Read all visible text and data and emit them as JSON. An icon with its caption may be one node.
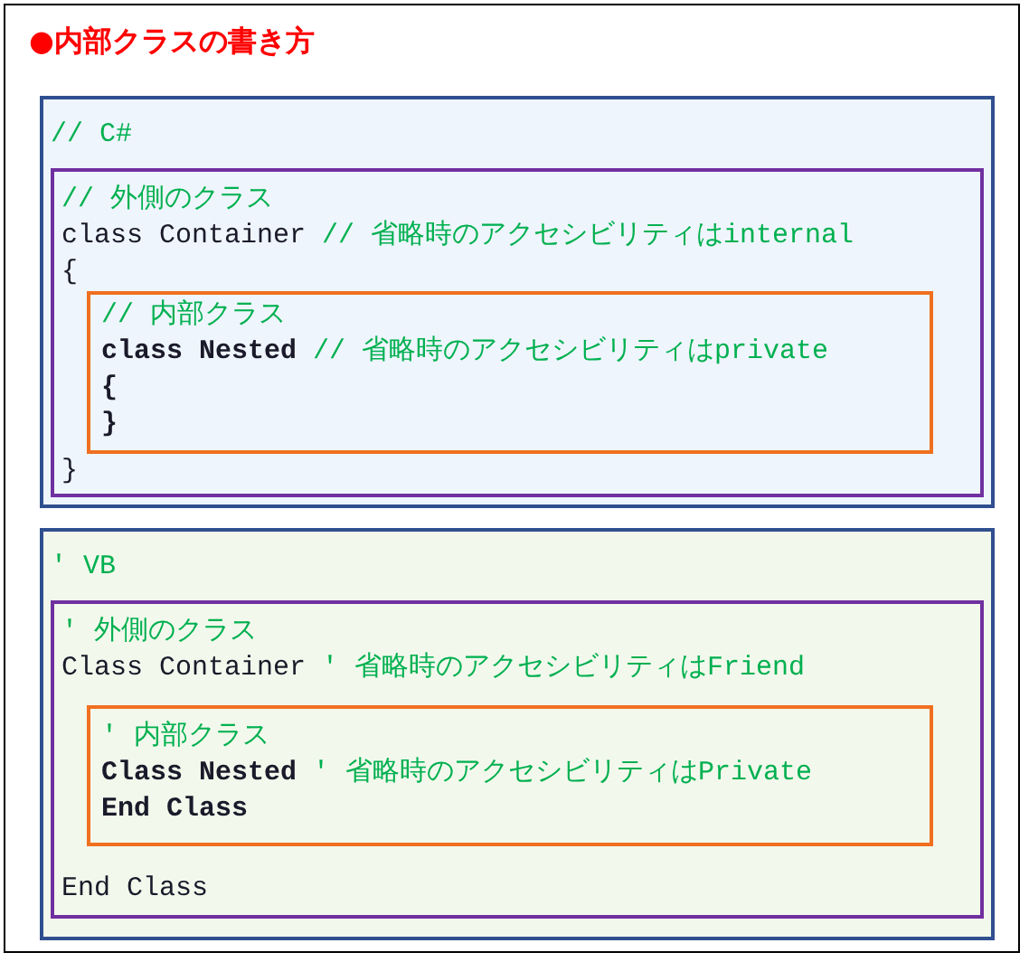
{
  "diagram": {
    "title": "●内部クラスの書き方",
    "nodes": [
      {
        "text": [
          "// C#"
        ]
      },
      {
        "text": [
          "// 外側のクラス",
          "class Container",
          "// 省略時のアクセシビリティはinternal",
          "{",
          "}"
        ],
        "in": 0
      },
      {
        "text": [
          "// 内部クラス",
          "class Nested",
          "// 省略時のアクセシビリティはprivate",
          "{",
          "}"
        ],
        "in": 1
      },
      {
        "text": [
          "' VB"
        ]
      },
      {
        "text": [
          "' 外側のクラス",
          "Class Container",
          "' 省略時のアクセシビリティはFriend",
          "End Class"
        ],
        "in": 3
      },
      {
        "text": [
          "' 内部クラス",
          "Class Nested",
          "' 省略時のアクセシビリティはPrivate",
          "End Class"
        ],
        "in": 4
      }
    ]
  }
}
